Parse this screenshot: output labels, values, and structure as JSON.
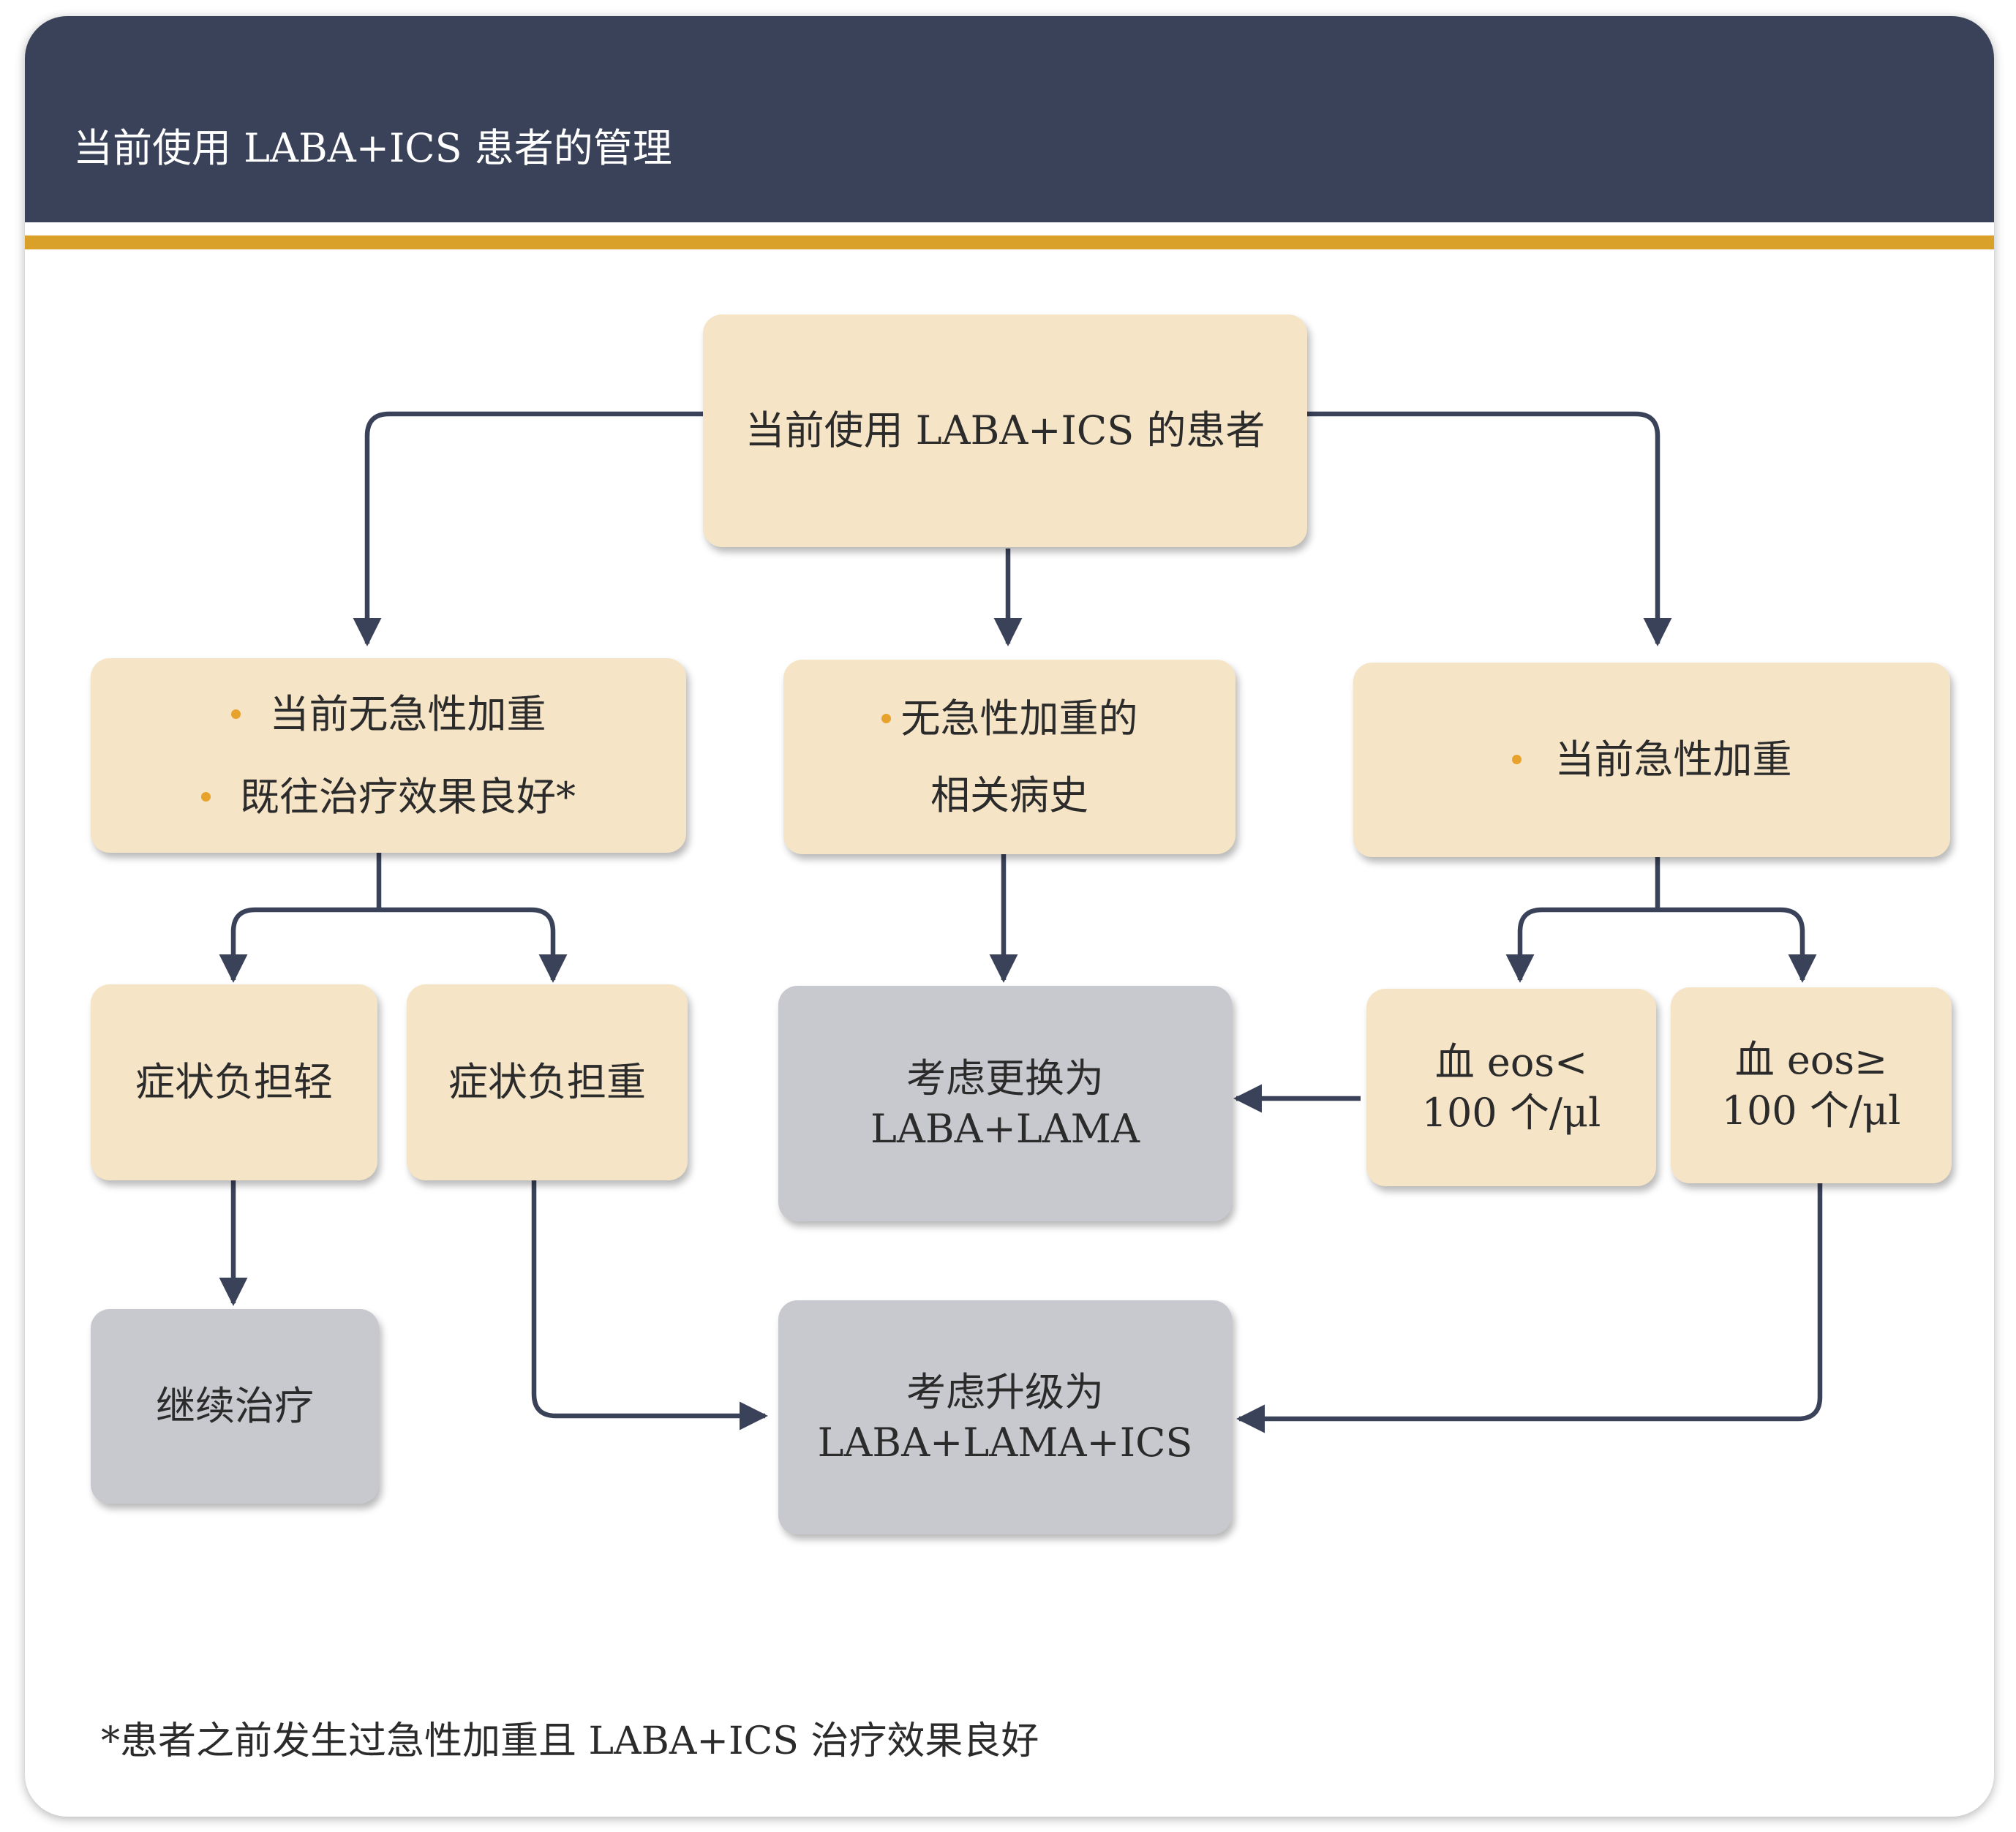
{
  "header": {
    "title": "当前使用 LABA+ICS 患者的管理"
  },
  "nodes": {
    "root": {
      "label": "当前使用 LABA+ICS 的患者"
    },
    "left": {
      "bullet1": "当前无急性加重",
      "bullet2": "既往治疗效果良好*"
    },
    "middle": {
      "line1": "无急性加重的",
      "line2": "相关病史"
    },
    "right": {
      "bullet1": "当前急性加重"
    },
    "mild": {
      "label": "症状负担轻"
    },
    "severe": {
      "label": "症状负担重"
    },
    "switch": {
      "line1": "考虑更换为",
      "line2": "LABA+LAMA"
    },
    "eos_low": {
      "line1": "血 eos<",
      "line2": "100 个/μl"
    },
    "eos_high": {
      "line1": "血 eos≥",
      "line2": "100 个/μl"
    },
    "continue": {
      "label": "继续治疗"
    },
    "escalate": {
      "line1": "考虑升级为",
      "line2": "LABA+LAMA+ICS"
    }
  },
  "footnote": "*患者之前发生过急性加重且 LABA+ICS 治疗效果良好",
  "colors": {
    "header": "#3a4259",
    "accent": "#d9a12a",
    "tan_box": "#f5e4c6",
    "gray_box": "#c8c8cf",
    "connector": "#3a4259",
    "bullet": "#e7a22c"
  }
}
